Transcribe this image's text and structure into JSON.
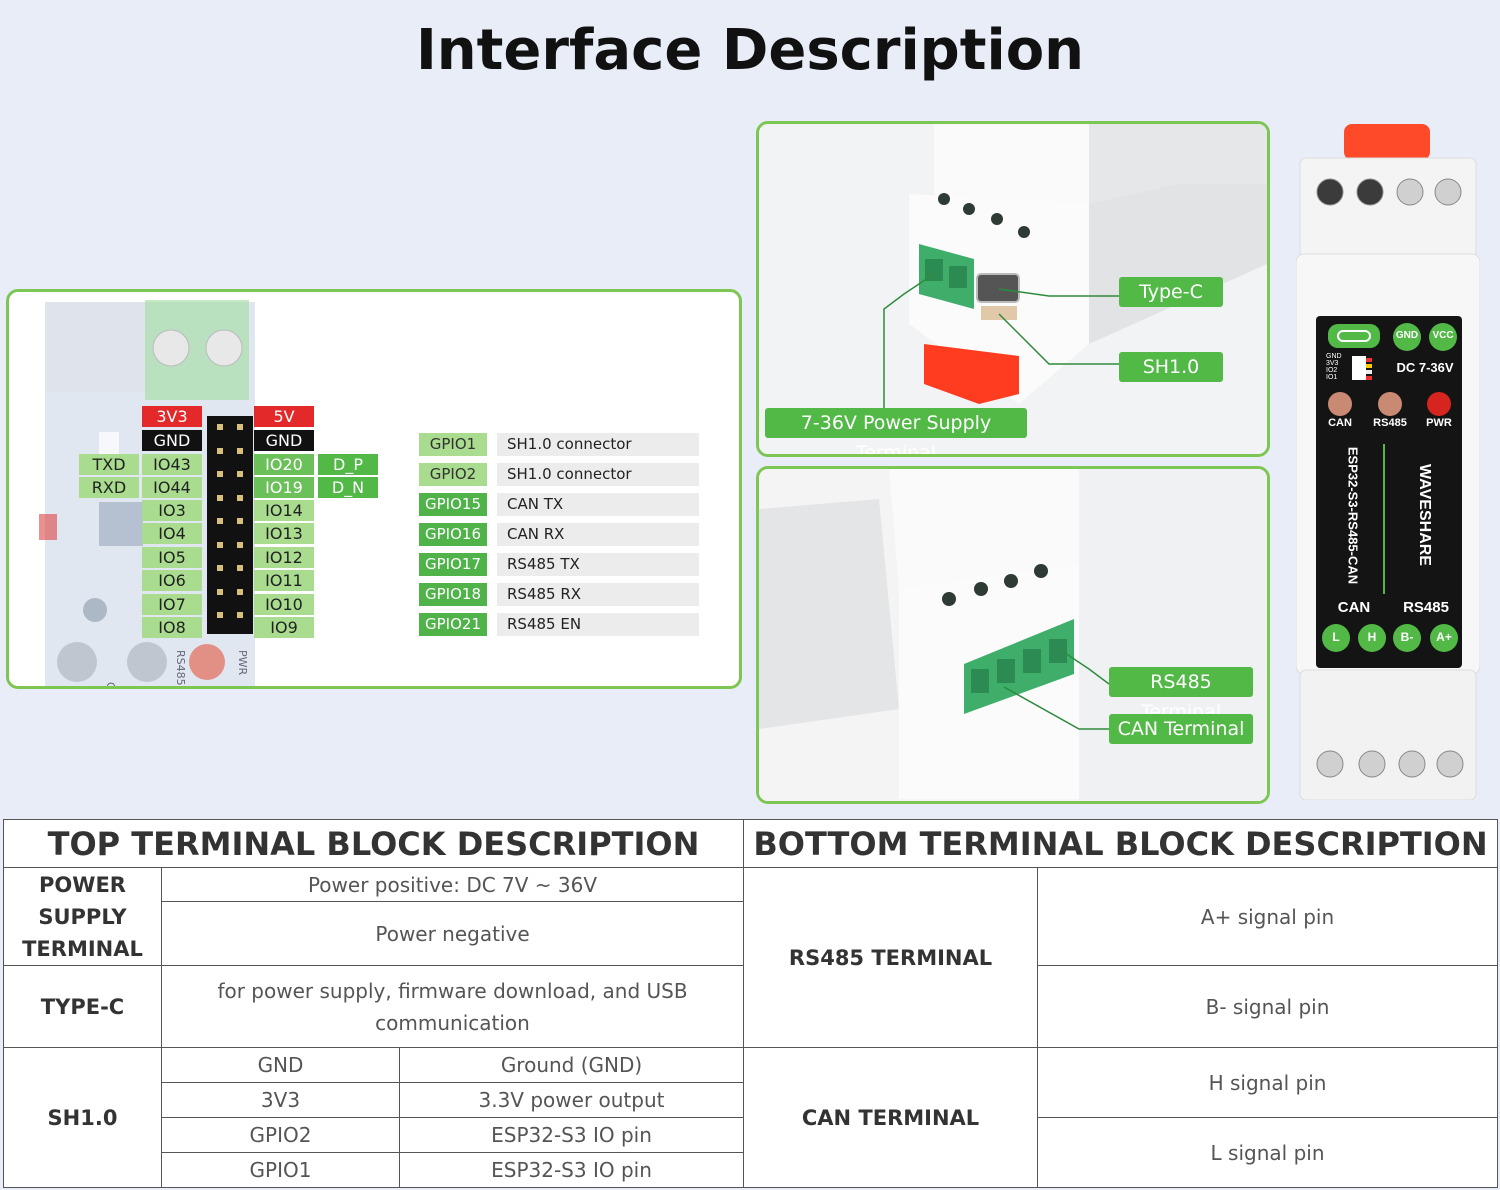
{
  "title": "Interface Description",
  "pinout": {
    "top_badges": [
      {
        "text": "3V3",
        "style": "red"
      },
      {
        "text": "5V",
        "style": "red"
      },
      {
        "text": "GND",
        "style": "blk"
      },
      {
        "text": "GND",
        "style": "blk"
      }
    ],
    "left_side": [
      "TXD",
      "RXD"
    ],
    "left_pins": [
      "IO43",
      "IO44",
      "IO3",
      "IO4",
      "IO5",
      "IO6",
      "IO7",
      "IO8"
    ],
    "right_pins": [
      "IO20",
      "IO19",
      "IO14",
      "IO13",
      "IO12",
      "IO11",
      "IO10",
      "IO9"
    ],
    "right_side": [
      "D_P",
      "D_N"
    ],
    "gpio_table": [
      {
        "pin": "GPIO1",
        "desc": "SH1.0 connector"
      },
      {
        "pin": "GPIO2",
        "desc": "SH1.0 connector"
      },
      {
        "pin": "GPIO15",
        "desc": "CAN TX"
      },
      {
        "pin": "GPIO16",
        "desc": "CAN RX"
      },
      {
        "pin": "GPIO17",
        "desc": "RS485 TX"
      },
      {
        "pin": "GPIO18",
        "desc": "RS485 RX"
      },
      {
        "pin": "GPIO21",
        "desc": "RS485 EN"
      }
    ],
    "board_marks": [
      "CAN",
      "RS485",
      "PWR"
    ]
  },
  "callouts": {
    "type_c": "Type-C",
    "sh10": "SH1.0",
    "power_terminal": "7-36V Power Supply Terminal",
    "rs485_terminal": "RS485 Terminal",
    "can_terminal": "CAN Terminal"
  },
  "device_front": {
    "gnd": "GND",
    "vcc": "VCC",
    "sh_labels": [
      "GND",
      "3V3",
      "IO2",
      "IO1"
    ],
    "dc_range": "DC 7-36V",
    "leds": [
      "CAN",
      "RS485",
      "PWR"
    ],
    "model": "ESP32-S3-RS485-CAN",
    "brand": "WAVESHARE",
    "bottom_groups": [
      "CAN",
      "RS485"
    ],
    "bottom_pins": [
      "L",
      "H",
      "B-",
      "A+"
    ]
  },
  "table": {
    "top_header": "TOP TERMINAL BLOCK DESCRIPTION",
    "bottom_header": "BOTTOM TERMINAL BLOCK DESCRIPTION",
    "power_label": "POWER SUPPLY TERMINAL",
    "power_pos": "Power positive: DC 7V ~ 36V",
    "power_neg": "Power negative",
    "typec_label": "TYPE-C",
    "typec_desc": "for power supply, firmware download, and USB communication",
    "sh_label": "SH1.0",
    "sh_rows": [
      {
        "pin": "GND",
        "desc": "Ground (GND)"
      },
      {
        "pin": "3V3",
        "desc": "3.3V power output"
      },
      {
        "pin": "GPIO2",
        "desc": "ESP32-S3 IO pin"
      },
      {
        "pin": "GPIO1",
        "desc": "ESP32-S3 IO pin"
      }
    ],
    "rs485_label": "RS485 TERMINAL",
    "rs485_a": "A+ signal pin",
    "rs485_b": "B- signal pin",
    "can_label": "CAN TERMINAL",
    "can_h": "H signal pin",
    "can_l": "L signal pin"
  },
  "colors": {
    "accent_green": "#52b947",
    "panel_border": "#7dc653",
    "pin_light": "#a9dc8e",
    "pin_red": "#e32929",
    "background": "#e8edf8"
  }
}
